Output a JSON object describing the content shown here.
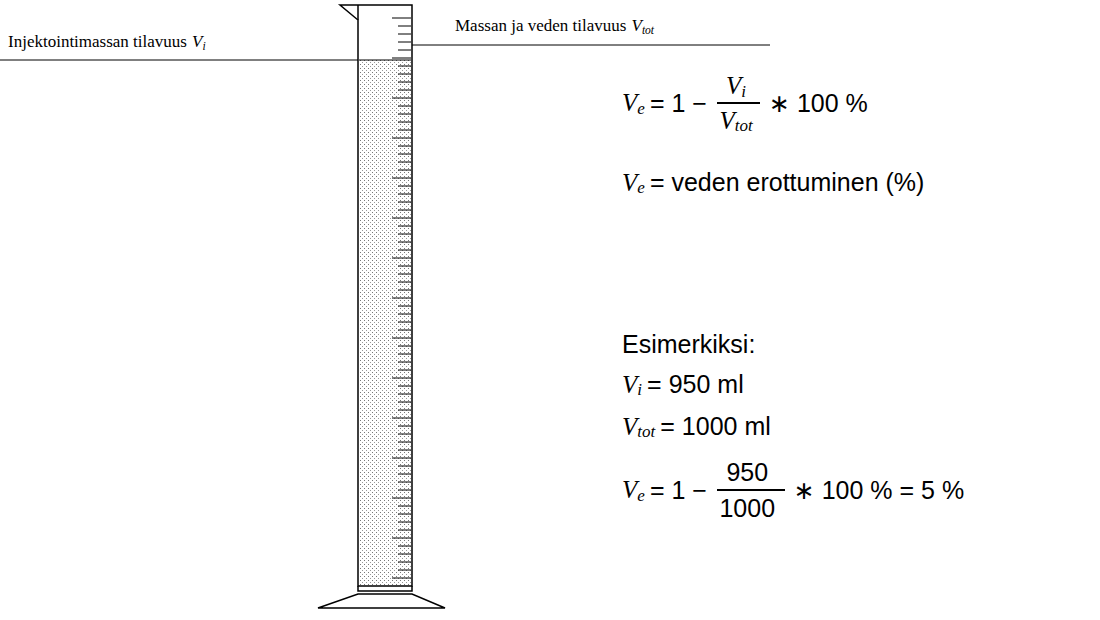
{
  "diagram": {
    "labels": [
      "Injektointimassan tilavuus",
      "V",
      "i",
      "Massan ja veden tilavuus",
      "V",
      "tot",
      "V",
      "e",
      "= 1 −",
      "V",
      "i",
      "V",
      "tot",
      "∗ 100 %",
      "V",
      "e",
      "= veden erottuminen (%)",
      "Esimerkiksi:",
      "V",
      "i",
      "= 950 ml",
      "V",
      "tot",
      "= 1000 ml",
      "V",
      "e",
      "= 1 −",
      "950",
      "1000",
      "∗ 100 % = 5 %"
    ]
  }
}
